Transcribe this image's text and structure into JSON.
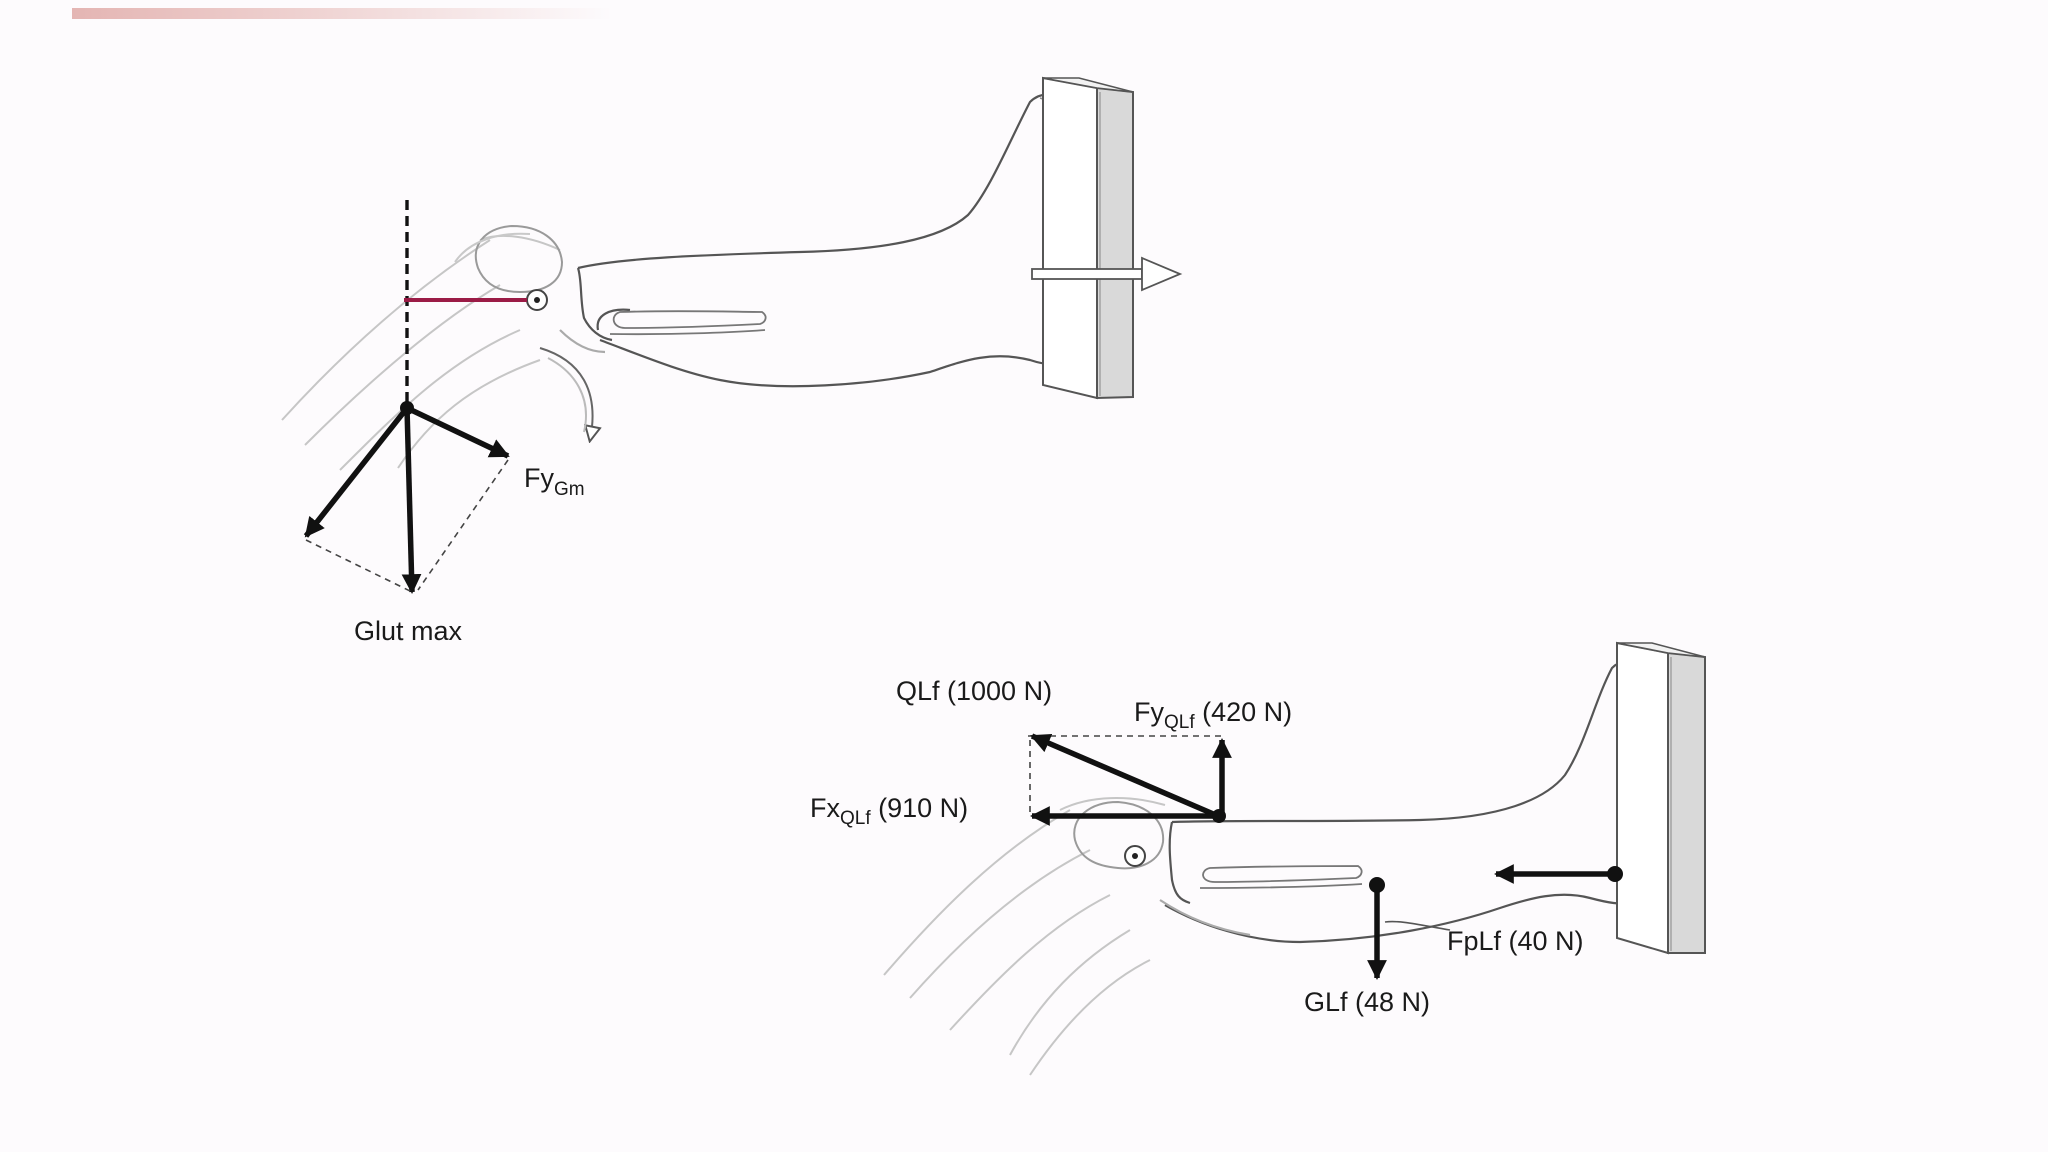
{
  "colors": {
    "background": "#fdfbfd",
    "top_bar": "#e4b5b3",
    "outline": "#5a5a5a",
    "faint_outline": "#c4c4c4",
    "force_arrow": "#111111",
    "moment_arm": "#9b1b46",
    "wall_face": "#d9d9d9"
  },
  "icons": {
    "joint_axis": "joint-axis-icon",
    "rotation_arrow": "curved-rotation-arrow-icon",
    "push_arrow": "hollow-push-arrow-icon"
  },
  "top_diagram": {
    "labels": {
      "fy_main": "Fy",
      "fy_sub": "Gm",
      "glut_max": "Glut max"
    }
  },
  "bottom_diagram": {
    "labels": {
      "qlf": "QLf (1000 N)",
      "fy_main": "Fy",
      "fy_sub": "QLf",
      "fy_value": " (420 N)",
      "fx_main": "Fx",
      "fx_sub": "QLf",
      "fx_value": " (910 N)",
      "fplf": "FpLf (40 N)",
      "glf": "GLf (48 N)"
    }
  }
}
